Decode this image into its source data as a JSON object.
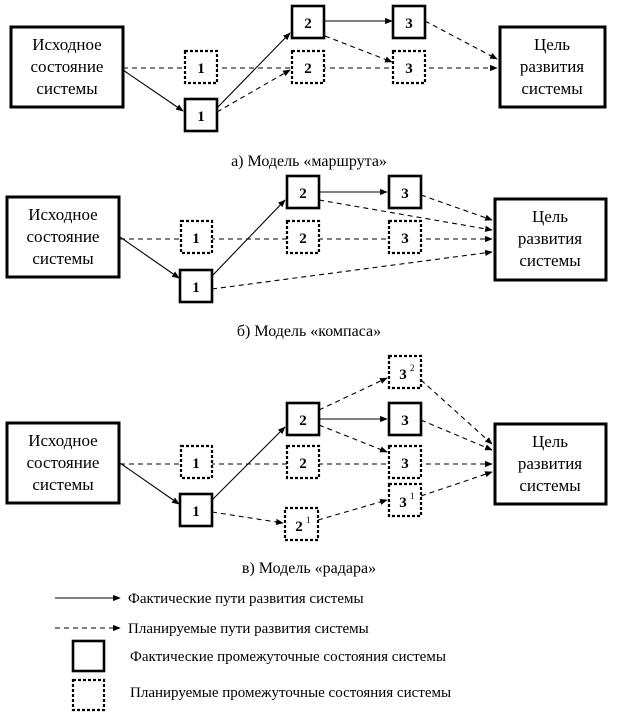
{
  "colors": {
    "ink": "#000000",
    "background": "#ffffff"
  },
  "start_label": [
    "Исходное",
    "состояние",
    "системы"
  ],
  "goal_label": [
    "Цель",
    "развития",
    "системы"
  ],
  "diagrams": [
    {
      "caption": "а) Модель «маршрута»",
      "states": {
        "actual_1": "1",
        "actual_2": "2",
        "actual_3": "3",
        "plan_1": "1",
        "plan_2": "2",
        "plan_3": "3"
      }
    },
    {
      "caption": "б) Модель «компаса»",
      "states": {
        "actual_1": "1",
        "actual_2": "2",
        "actual_3": "3",
        "plan_1": "1",
        "plan_2": "2",
        "plan_3": "3"
      }
    },
    {
      "caption": "в) Модель «радара»",
      "states": {
        "actual_1": "1",
        "actual_2": "2",
        "actual_3": "3",
        "plan_1": "1",
        "plan_2": "2",
        "plan_3": "3",
        "alt_3a": "3",
        "alt_3a_sup": "2",
        "alt_2": "2",
        "alt_2_sup": "1",
        "alt_3b": "3",
        "alt_3b_sup": "1"
      }
    }
  ],
  "legend": {
    "actual_path": "Фактические пути развития системы",
    "planned_path": "Планируемые пути развития системы",
    "actual_state": "Фактические промежуточные состояния системы",
    "planned_state": "Планируемые промежуточные состояния системы"
  }
}
